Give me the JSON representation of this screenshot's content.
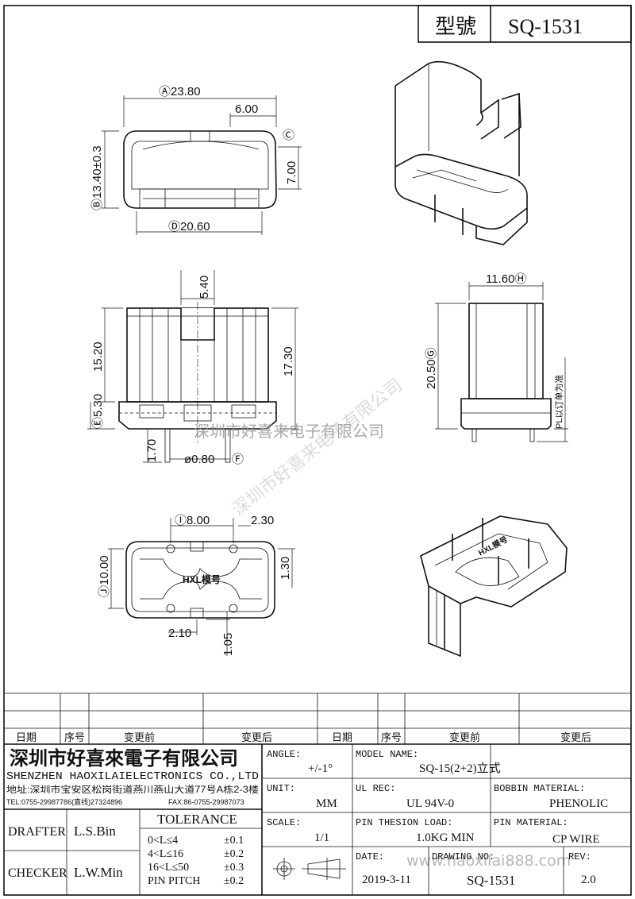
{
  "header": {
    "model_label": "型號",
    "model_value": "SQ-1531"
  },
  "views": {
    "top": {
      "dim_a": "Ⓐ23.80",
      "dim_b": "Ⓑ13.40±0.3",
      "dim_c_value": "6.00",
      "dim_c_tag": "Ⓒ",
      "dim_7": "7.00",
      "dim_d": "Ⓓ20.60"
    },
    "front": {
      "dim_540": "5.40",
      "dim_1520": "15.20",
      "dim_1730": "17.30",
      "dim_e": "Ⓔ5.30",
      "dim_170": "1.70",
      "dim_f_value": "ø0.80",
      "dim_f_tag": "Ⓕ"
    },
    "side": {
      "dim_h": "11.60Ⓗ",
      "dim_g": "20.50Ⓖ",
      "pl_note": "PL以订单为准"
    },
    "bottom": {
      "dim_i": "Ⓘ8.00",
      "dim_230": "2.30",
      "dim_j": "Ⓙ10.00",
      "dim_130": "1.30",
      "dim_210": "2.10",
      "dim_105": "1.05",
      "marking": "HXL模号"
    },
    "iso_bottom": {
      "marking": "HXL模号"
    }
  },
  "watermarks": {
    "company_line": "深圳市好喜来电子有限公司",
    "diagonal": "深圳市好喜来电子有限公司",
    "website": "www.haoxilai888.com"
  },
  "revision_table": {
    "headers": [
      "日期",
      "序号",
      "变更前",
      "变更后",
      "日期",
      "序号",
      "变更前",
      "变更后"
    ]
  },
  "title_block": {
    "company_cn": "深圳市好喜來電子有限公司",
    "company_en": "SHENZHEN HAOXILAIELECTRONICS CO.,LTD",
    "address": "地址:深圳市宝安区松岗街道燕川燕山大道77号A栋2-3楼",
    "tel": "TEL:0755-29987786(直线)27324896",
    "fax": "FAX:86-0755-29987073",
    "drafter_label": "DRAFTER",
    "drafter_value": "L.S.Bin",
    "checker_label": "CHECKER",
    "checker_value": "L.W.Min",
    "tolerance_label": "TOLERANCE",
    "tolerance_rows": [
      {
        "range": "0<L≤4",
        "value": "±0.1"
      },
      {
        "range": "4<L≤16",
        "value": "±0.2"
      },
      {
        "range": "16<L≤50",
        "value": "±0.3"
      },
      {
        "range": "PIN PITCH",
        "value": "±0.2"
      }
    ],
    "angle_label": "ANGLE:",
    "angle_value": "+/-1°",
    "unit_label": "UNIT:",
    "unit_value": "MM",
    "scale_label": "SCALE:",
    "scale_value": "1/1",
    "model_name_label": "MODEL NAME:",
    "model_name_value": "SQ-15(2+2)立式",
    "ul_rec_label": "UL REC:",
    "ul_rec_value": "UL 94V-0",
    "bobbin_material_label": "BOBBIN MATERIAL:",
    "bobbin_material_value": "PHENOLIC",
    "pin_tension_label": "PIN THESION LOAD:",
    "pin_tension_value": "1.0KG MIN",
    "pin_material_label": "PIN MATERIAL:",
    "pin_material_value": "CP  WIRE",
    "date_label": "DATE:",
    "date_value": "2019-3-11",
    "drawing_no_label": "DRAWING NO:",
    "drawing_no_value": "SQ-1531",
    "rev_label": "REV:",
    "rev_value": "2.0"
  }
}
